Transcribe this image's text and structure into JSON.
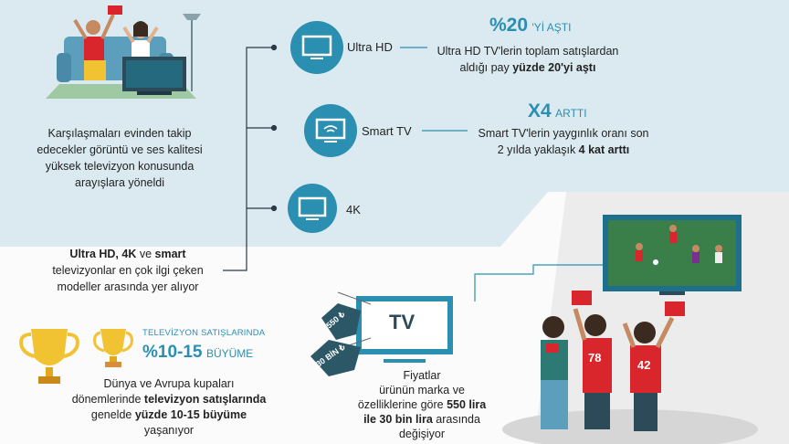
{
  "intro_text": "Karşılaşmaları evinden takip edecekler görüntü ve ses kalitesi yüksek televizyon konusunda arayışlara yöneldi",
  "models": [
    {
      "label": "Ultra HD",
      "icon": "tv-icon"
    },
    {
      "label": "Smart TV",
      "icon": "smart-tv-icon"
    },
    {
      "label": "4K",
      "icon": "tv-icon"
    }
  ],
  "ultra_hd": {
    "stat": "%20",
    "stat_suffix": "'Yİ AŞTI",
    "line1": "Ultra HD TV'lerin toplam satışlardan",
    "line2_pre": "aldığı pay ",
    "line2_bold": "yüzde 20'yi aştı"
  },
  "smart_tv": {
    "stat": "X4",
    "stat_suffix": "ARTTI",
    "line1": "Smart TV'lerin yaygınlık oranı son",
    "line2_pre": "2 yılda yaklaşık ",
    "line2_bold": "4 kat arttı"
  },
  "popular": {
    "bold1": "Ultra HD, 4K",
    "mid": " ve ",
    "bold2": "smart",
    "rest1": "televizyonlar en çok ilgi çeken",
    "rest2": "modeller arasında yer alıyor"
  },
  "cups": {
    "heading": "TELEVİZYON SATIŞLARINDA",
    "stat": "%10-15",
    "stat_suffix": "BÜYÜME",
    "line1": "Dünya ve Avrupa kupaları",
    "line2_pre": "dönemlerinde ",
    "line2_bold": "televizyon satışlarında",
    "line3_pre": "genelde ",
    "line3_bold": "yüzde 10-15 büyüme",
    "line4": "yaşanıyor"
  },
  "price": {
    "tv_label": "TV",
    "tag1": "550 ₺",
    "tag2": "30 BİN ₺",
    "line1": "Fiyatlar",
    "line2": "ürünün marka ve",
    "line3_pre": "özelliklerine göre ",
    "line3_bold": "550 lira",
    "line4_bold": "ile 30 bin lira",
    "line4_post": " arasında",
    "line5": "değişiyor"
  },
  "fans": {
    "jersey1": "78",
    "jersey2": "42"
  },
  "colors": {
    "accent": "#2a8fb1",
    "panel": "#daeaf0",
    "red": "#d8262c",
    "grey": "#e6e6e6"
  }
}
